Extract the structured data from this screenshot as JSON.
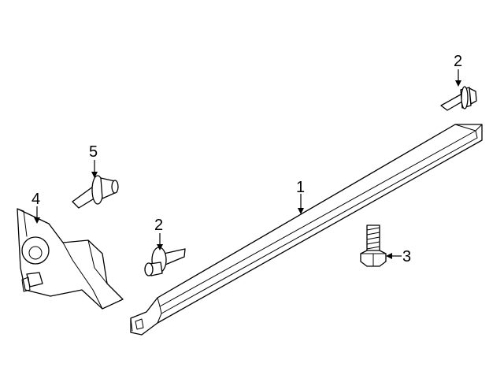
{
  "callouts": {
    "rocker_molding": "1",
    "rear_push_pin": "2",
    "front_push_pin": "2",
    "bolt": "3",
    "splash_bracket": "4",
    "upper_push_pin": "5"
  },
  "colors": {
    "line": "#000000",
    "background": "#ffffff"
  }
}
